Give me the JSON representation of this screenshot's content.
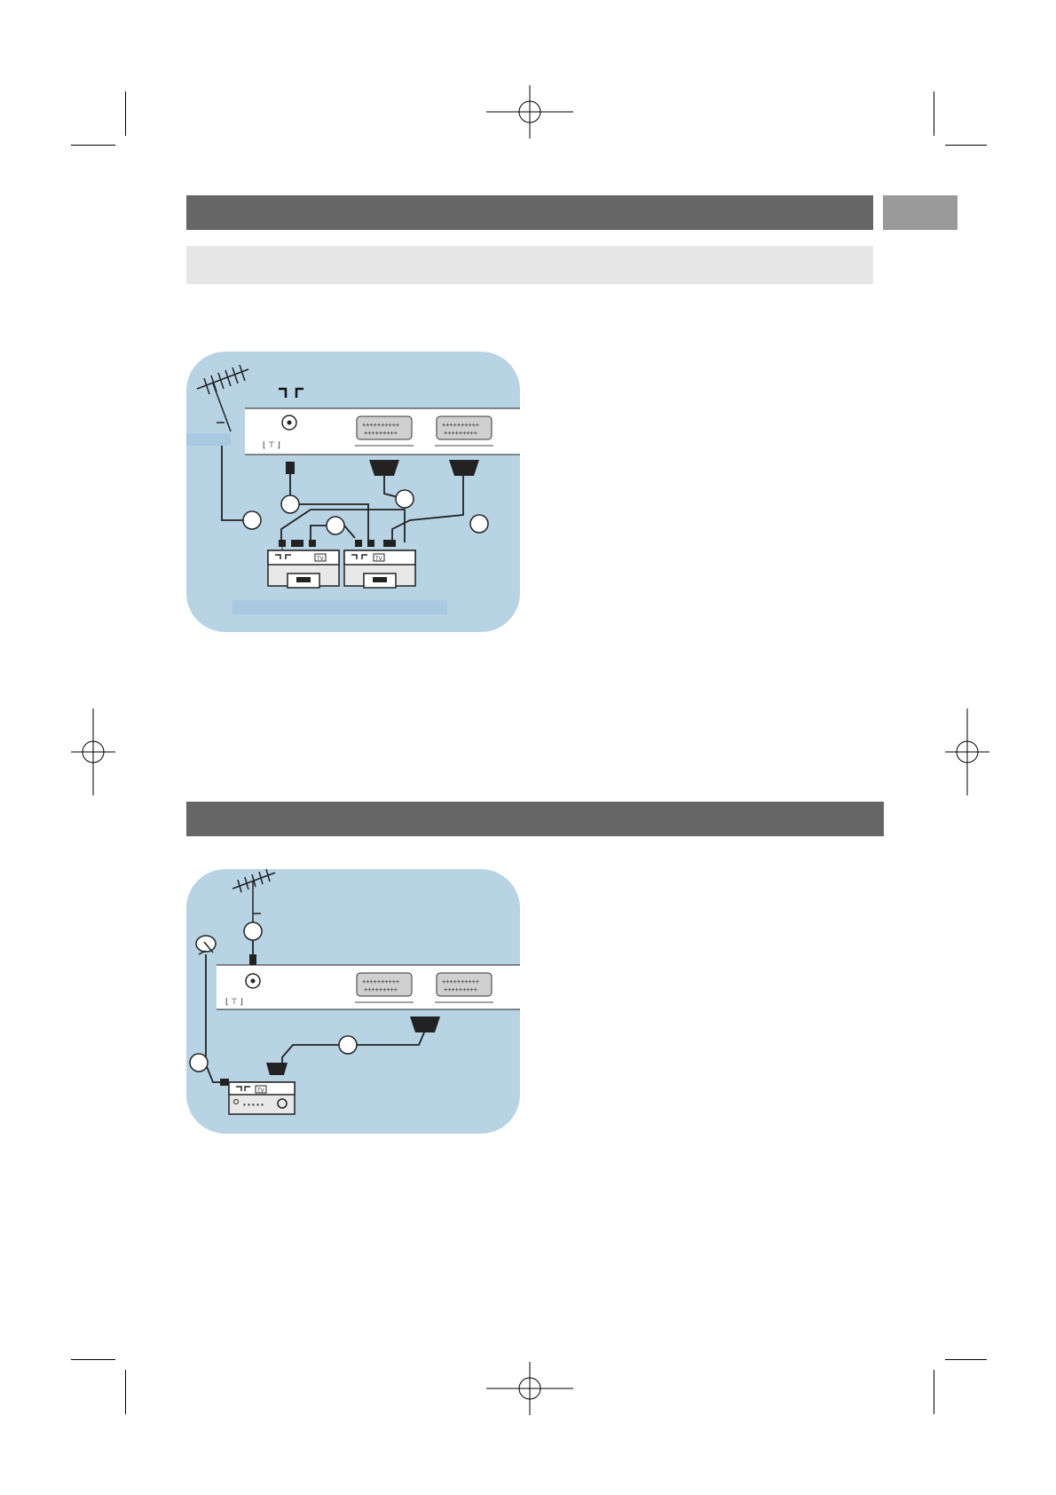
{
  "page": {
    "header_bar": {
      "color": "#666666"
    },
    "subheader_bar": {
      "color": "#e6e6e6"
    },
    "lang_tab": {
      "color": "#9a9a9a"
    },
    "section2_bar": {
      "color": "#666666"
    },
    "panel_color": "#b7d3e4"
  },
  "diagram1": {
    "device_labels": [
      "TV",
      "TV"
    ]
  },
  "diagram2": {
    "device_labels": [
      "TV"
    ]
  },
  "icons": [
    "antenna-icon",
    "satellite-dish-icon",
    "scart-connector-icon",
    "rf-connector-icon",
    "crop-mark-icon",
    "registration-mark-icon"
  ]
}
